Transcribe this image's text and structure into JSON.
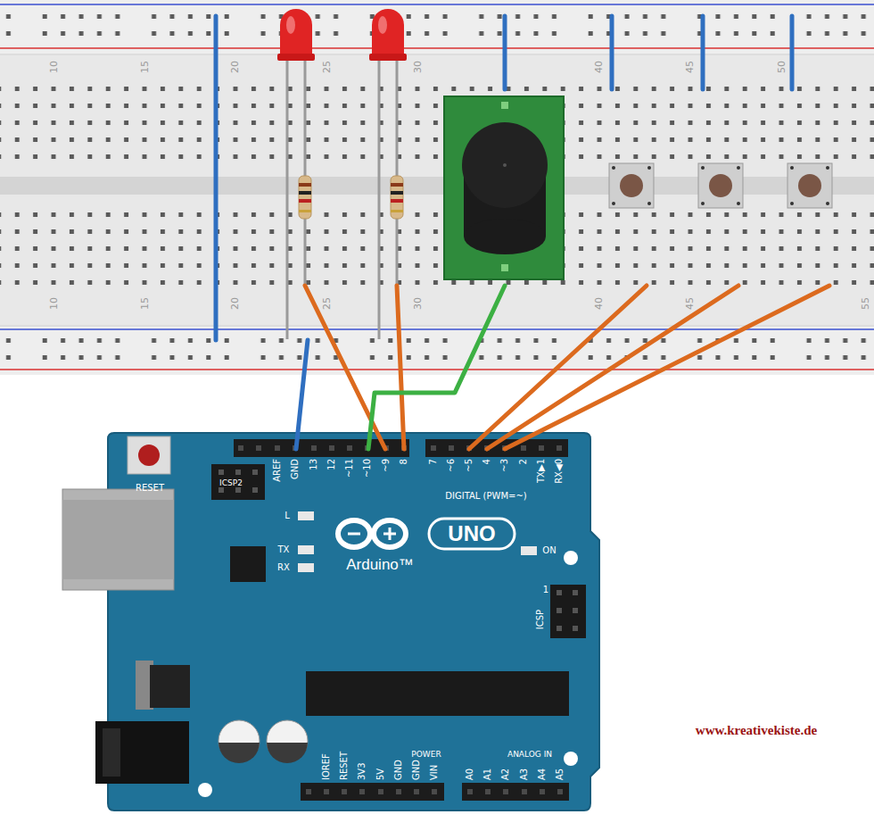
{
  "diagram": {
    "labels": [
      "10",
      "15",
      "20",
      "25",
      "30",
      "40",
      "45",
      "50",
      "10",
      "15",
      "20",
      "25",
      "30",
      "40",
      "45",
      "55",
      "RESET",
      "ICSP2",
      "AREF",
      "GND",
      "13",
      "12",
      "~11",
      "~10",
      "~9",
      "8",
      "7",
      "~6",
      "~5",
      "4",
      "~3",
      "2",
      "TX▶1",
      "RX◀0",
      "DIGITAL (PWM=~)",
      "L",
      "TX",
      "RX",
      "ON",
      "UNO",
      "Arduino™",
      "1",
      "ICSP",
      "IOREF",
      "RESET",
      "3V3",
      "5V",
      "GND",
      "GND",
      "VIN",
      "POWER",
      "ANALOG IN",
      "A0",
      "A1",
      "A2",
      "A3",
      "A4",
      "A5",
      "www.kreativekiste.de"
    ]
  }
}
